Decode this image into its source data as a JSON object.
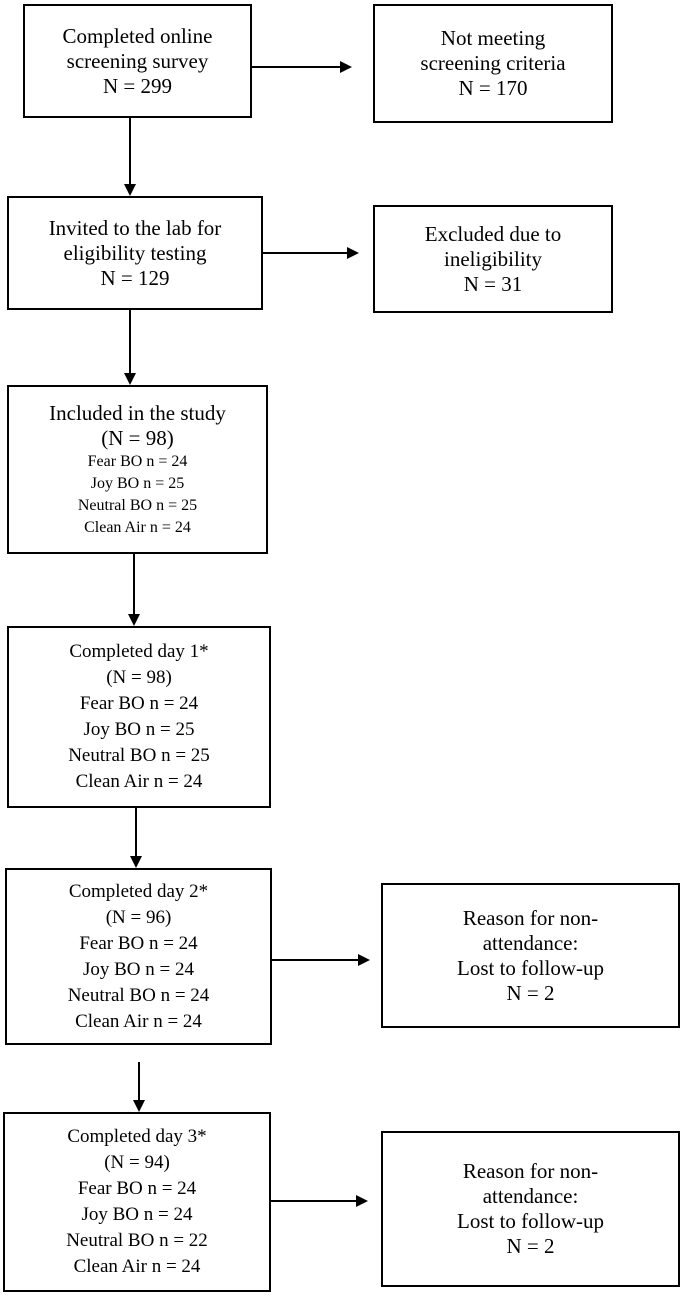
{
  "nodes": {
    "screening_survey": [
      "Completed online",
      "screening survey",
      "N = 299"
    ],
    "not_meeting": [
      "Not meeting",
      "screening criteria",
      "N = 170"
    ],
    "invited": [
      "Invited to the lab for",
      "eligibility testing",
      "N = 129"
    ],
    "excluded": [
      "Excluded due to",
      "ineligibility",
      "N = 31"
    ],
    "included": {
      "title": [
        "Included in the study",
        "(N = 98)"
      ],
      "groups": [
        "Fear BO n = 24",
        "Joy BO n = 25",
        "Neutral BO n = 25",
        "Clean Air n = 24"
      ]
    },
    "day1": {
      "title": [
        "Completed day 1*",
        "(N = 98)"
      ],
      "groups": [
        "Fear BO n = 24",
        "Joy BO n = 25",
        "Neutral BO n = 25",
        "Clean Air n = 24"
      ]
    },
    "day2": {
      "title": [
        "Completed day 2*",
        "(N = 96)"
      ],
      "groups": [
        "Fear BO n = 24",
        "Joy BO n = 24",
        "Neutral BO n = 24",
        "Clean Air n = 24"
      ]
    },
    "reason2": [
      "Reason for non-",
      "attendance:",
      "Lost to follow-up",
      "N = 2"
    ],
    "day3": {
      "title": [
        "Completed day 3*",
        "(N = 94)"
      ],
      "groups": [
        "Fear BO n = 24",
        "Joy BO n = 24",
        "Neutral BO n = 22",
        "Clean Air n = 24"
      ]
    },
    "reason3": [
      "Reason for non-",
      "attendance:",
      "Lost to follow-up",
      "N = 2"
    ]
  }
}
